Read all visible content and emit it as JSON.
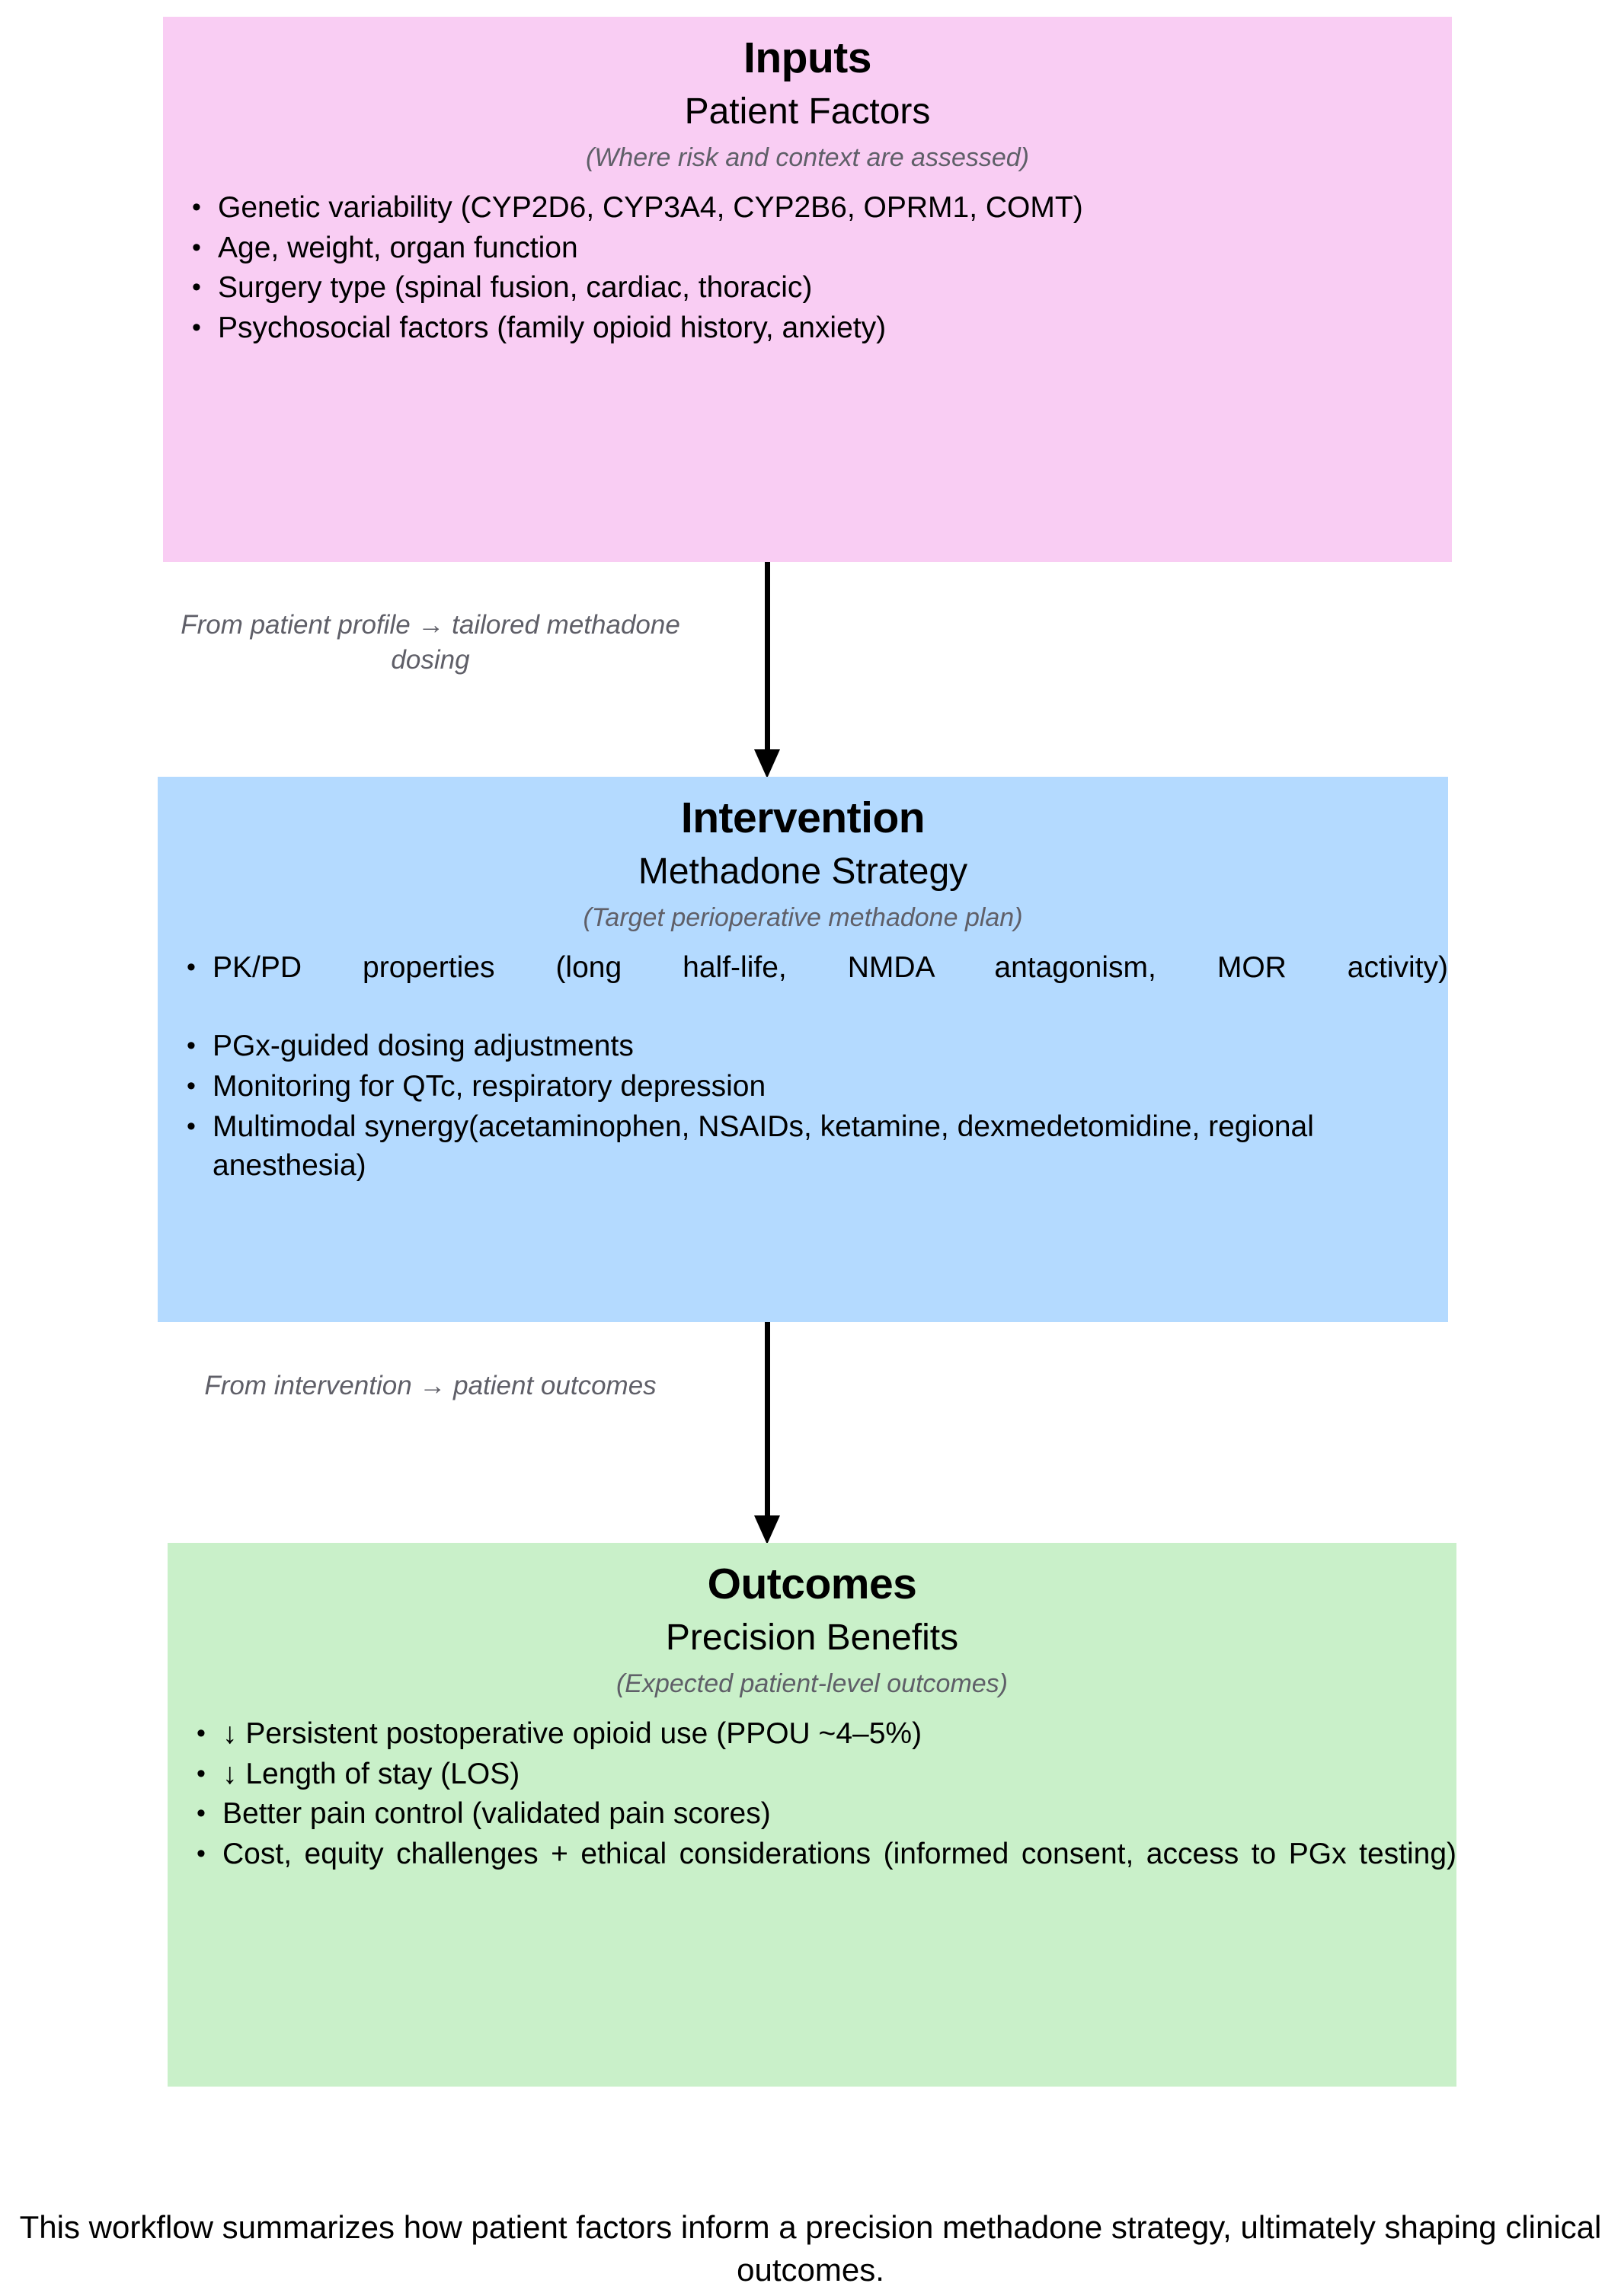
{
  "colors": {
    "inputs_bg": "#f9cdf3",
    "intervention_bg": "#b4daff",
    "outcomes_bg": "#c9f0c9",
    "hint_text": "#5f5f68",
    "arrow": "#000000",
    "body_text": "#000000",
    "page_bg": "#ffffff"
  },
  "stages": [
    {
      "id": "inputs",
      "title": "Inputs",
      "subtitle": "Patient Factors",
      "hint": "(Where risk and context are assessed)",
      "bullets": [
        "Genetic variability (CYP2D6, CYP3A4, CYP2B6, OPRM1, COMT)",
        "Age, weight, organ function",
        "Surgery type (spinal fusion, cardiac, thoracic)",
        "Psychosocial factors (family opioid history, anxiety)"
      ]
    },
    {
      "id": "intervention",
      "title": "Intervention",
      "subtitle": "Methadone Strategy",
      "hint": "(Target perioperative methadone plan)",
      "bullets": [
        "PK/PD properties (long half-life, NMDA antagonism, MOR activity)",
        "PGx-guided dosing adjustments",
        "Monitoring for QTc, respiratory depression",
        "Multimodal synergy(acetaminophen, NSAIDs, ketamine, dexmedetomidine, regional anesthesia)"
      ]
    },
    {
      "id": "outcomes",
      "title": "Outcomes",
      "subtitle": "Precision Benefits",
      "hint": "(Expected patient-level outcomes)",
      "bullets": [
        "↓ Persistent postoperative opioid use (PPOU ~4–5%)",
        "↓ Length of stay (LOS)",
        "Better pain control (validated pain scores)",
        "Cost, equity challenges + ethical considerations (informed consent, access to PGx testing)"
      ]
    }
  ],
  "arrows": [
    {
      "id": "inputs-to-intervention",
      "label": "From patient profile → tailored methadone dosing"
    },
    {
      "id": "intervention-to-outcomes",
      "label": "From intervention → patient outcomes"
    }
  ],
  "caption": "This workflow summarizes how patient factors inform a precision methadone strategy, ultimately shaping clinical outcomes."
}
